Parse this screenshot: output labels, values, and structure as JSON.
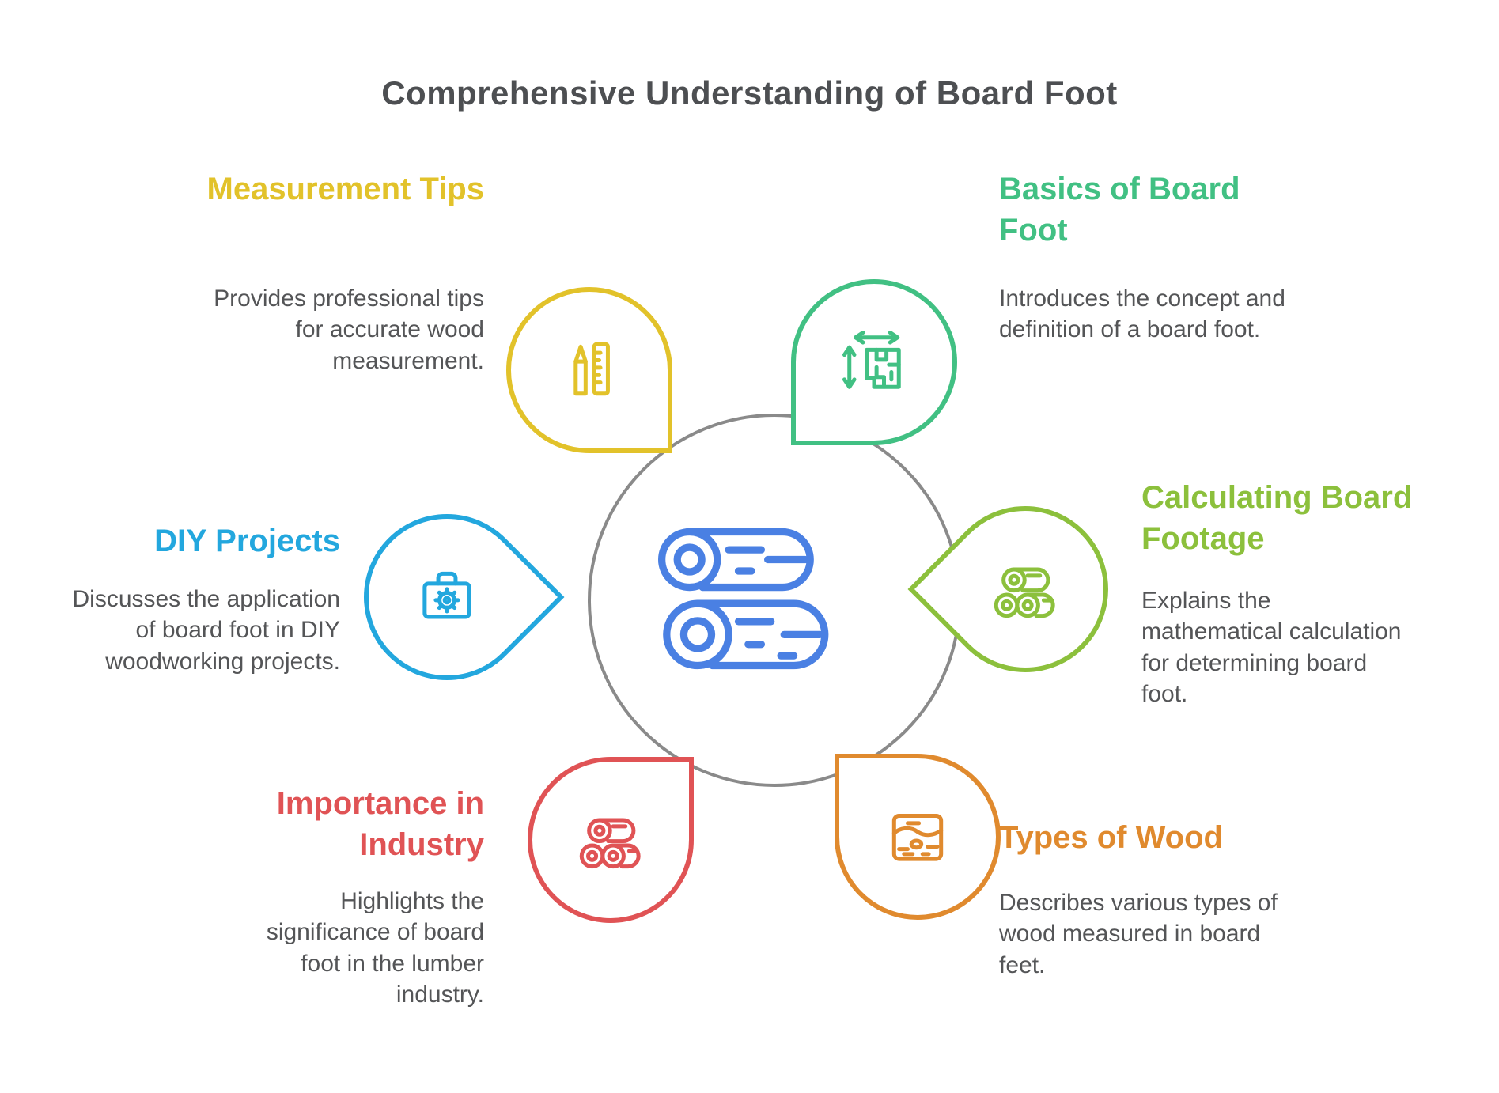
{
  "title": {
    "text": "Comprehensive Understanding of Board Foot",
    "color": "#4d4f52"
  },
  "colors": {
    "ring": "#8a8a8a",
    "center_icon": "#4a80e3",
    "body_text": "#545557",
    "background": "#ffffff"
  },
  "center_icon": "logs-icon",
  "sections": [
    {
      "id": "measurement-tips",
      "title": "Measurement Tips",
      "description": "Provides professional tips for accurate wood measurement.",
      "color": "#e2c22a",
      "icon": "pencil-ruler-icon"
    },
    {
      "id": "basics-of-board-foot",
      "title": "Basics of Board Foot",
      "description": "Introduces the concept and definition of a board foot.",
      "color": "#41c083",
      "icon": "dimensions-plan-icon"
    },
    {
      "id": "calculating-board-footage",
      "title": "Calculating Board Footage",
      "description": "Explains the mathematical calculation for determining board foot.",
      "color": "#8cc03c",
      "icon": "log-stack-icon"
    },
    {
      "id": "types-of-wood",
      "title": "Types of Wood",
      "description": "Describes various types of wood measured in board feet.",
      "color": "#e08a2e",
      "icon": "wood-plank-icon"
    },
    {
      "id": "importance-in-industry",
      "title": "Importance in Industry",
      "description": "Highlights the significance of board foot in the lumber industry.",
      "color": "#e05355",
      "icon": "log-pile-icon"
    },
    {
      "id": "diy-projects",
      "title": "DIY Projects",
      "description": "Discusses the application of board foot in DIY woodworking projects.",
      "color": "#23a7de",
      "icon": "toolbox-icon"
    }
  ]
}
